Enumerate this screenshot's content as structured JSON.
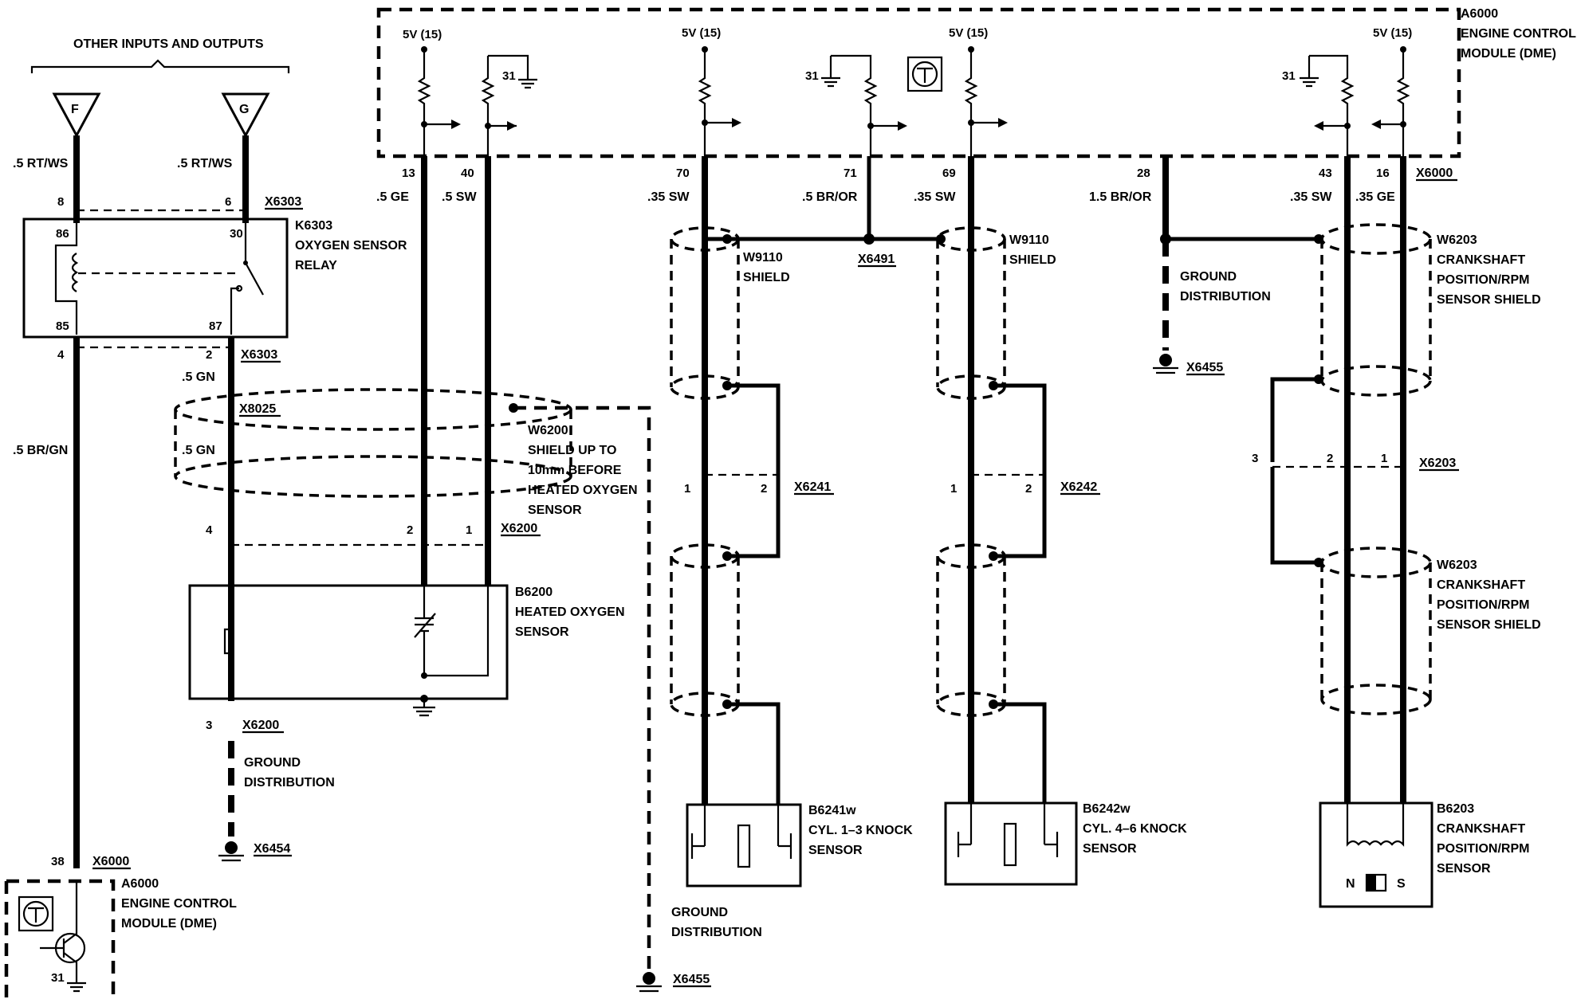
{
  "labels": {
    "other_io": "OTHER INPUTS AND OUTPUTS",
    "conn_f": "F",
    "conn_g": "G",
    "wire_f": ".5 RT/WS",
    "wire_g": ".5 RT/WS",
    "relay_pin_8": "8",
    "relay_pin_6": "6",
    "x6303_top": "X6303",
    "relay_name": "K6303",
    "relay_desc1": "OXYGEN SENSOR",
    "relay_desc2": "RELAY",
    "relay_86": "86",
    "relay_30": "30",
    "relay_85": "85",
    "relay_87": "87",
    "relay_pin_4": "4",
    "relay_pin_2": "2",
    "x6303_bot": "X6303",
    "wire_5gn_a": ".5 GN",
    "x8025": "X8025",
    "wire_5gn_b": ".5 GN",
    "wire_brgn": ".5 BR/GN",
    "w6200_name": "W6200",
    "w6200_d1": "SHIELD UP TO",
    "w6200_d2": "10mm BEFORE",
    "w6200_d3": "HEATED OXYGEN",
    "w6200_d4": "SENSOR",
    "x6200_pin4": "4",
    "x6200_pin2": "2",
    "x6200_pin1": "1",
    "x6200_top": "X6200",
    "b6200_name": "B6200",
    "b6200_d1": "HEATED OXYGEN",
    "b6200_d2": "SENSOR",
    "x6200_pin3": "3",
    "x6200_bot": "X6200",
    "gd_left1": "GROUND",
    "gd_left2": "DISTRIBUTION",
    "x6454": "X6454",
    "pin_38": "38",
    "x6000_bot": "X6000",
    "ecm_bot_name": "A6000",
    "ecm_bot_d1": "ENGINE CONTROL",
    "ecm_bot_d2": "MODULE (DME)",
    "gnd31_bot": "31",
    "ecm_top_name": "A6000",
    "ecm_top_d1": "ENGINE CONTROL",
    "ecm_top_d2": "MODULE (DME)",
    "v5_1": "5V (15)",
    "v5_2": "5V (15)",
    "v5_3": "5V (15)",
    "v5_4": "5V (15)",
    "g31_1": "31",
    "g31_2": "31",
    "g31_3": "31",
    "pin_13": "13",
    "pin_40": "40",
    "pin_70": "70",
    "pin_71": "71",
    "pin_69": "69",
    "pin_28": "28",
    "pin_43": "43",
    "pin_16": "16",
    "x6000_top": "X6000",
    "wire_ge": ".5 GE",
    "wire_sw": ".5 SW",
    "wire_35sw_a": ".35 SW",
    "wire_bror": ".5 BR/OR",
    "wire_35sw_b": ".35 SW",
    "wire_15bror": "1.5 BR/OR",
    "wire_35sw_c": ".35 SW",
    "wire_35ge": ".35 GE",
    "w9110a_name": "W9110",
    "w9110a_d": "SHIELD",
    "x6491": "X6491",
    "w9110b_name": "W9110",
    "w9110b_d": "SHIELD",
    "gd_mid1": "GROUND",
    "gd_mid2": "DISTRIBUTION",
    "x6455_mid": "X6455",
    "w6203a_name": "W6203",
    "w6203a_d1": "CRANKSHAFT",
    "w6203a_d2": "POSITION/RPM",
    "w6203a_d3": "SENSOR SHIELD",
    "k1_pin1": "1",
    "k1_pin2": "2",
    "x6241": "X6241",
    "k2_pin1": "1",
    "k2_pin2": "2",
    "x6242": "X6242",
    "c_pin3": "3",
    "c_pin2": "2",
    "c_pin1": "1",
    "x6203": "X6203",
    "w6203b_name": "W6203",
    "w6203b_d1": "CRANKSHAFT",
    "w6203b_d2": "POSITION/RPM",
    "w6203b_d3": "SENSOR SHIELD",
    "b6241_name": "B6241w",
    "b6241_d1": "CYL. 1–3 KNOCK",
    "b6241_d2": "SENSOR",
    "b6242_name": "B6242w",
    "b6242_d1": "CYL. 4–6 KNOCK",
    "b6242_d2": "SENSOR",
    "b6203_name": "B6203",
    "b6203_d1": "CRANKSHAFT",
    "b6203_d2": "POSITION/RPM",
    "b6203_d3": "SENSOR",
    "b6203_n": "N",
    "b6203_s": "S",
    "gd_bot1": "GROUND",
    "gd_bot2": "DISTRIBUTION",
    "x6455_bot": "X6455"
  }
}
